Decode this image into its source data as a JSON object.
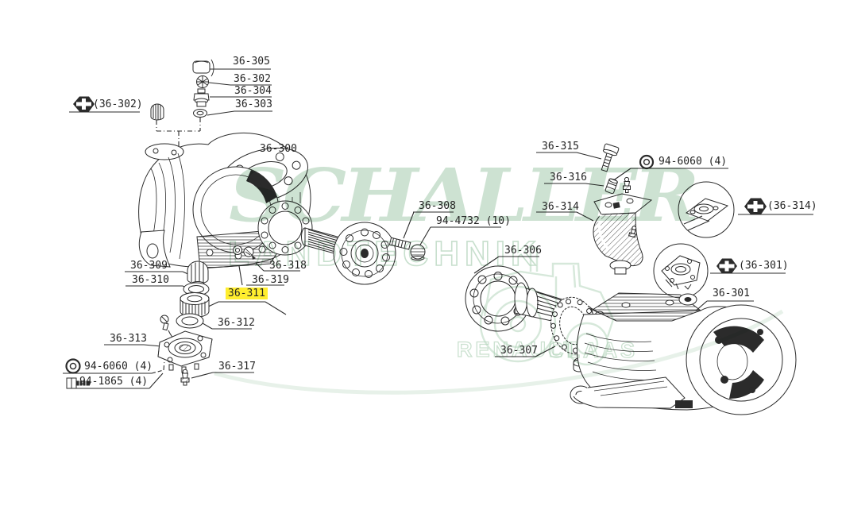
{
  "diagram_type": "exploded-parts-diagram",
  "colors": {
    "line": "#2b2b2b",
    "highlight": "#ffee2e",
    "watermark_green": "#b5d5bc",
    "background": "#ffffff"
  },
  "icons": {
    "reference": "hex-cross-icon",
    "washer": "washer-ring-icon",
    "bolt": "bolt-icon"
  },
  "watermark": {
    "brand": "SCHALLER",
    "sub": "LANDTECHNIK",
    "footer_left": "RENAULT",
    "footer_right": "CLAAS"
  },
  "highlighted_part": "36-311",
  "labels": {
    "n36_305": "36-305",
    "n36_302": "36-302",
    "n36_304": "36-304",
    "n36_303": "36-303",
    "ref36_302": "(36-302)",
    "n36_300": "36-300",
    "n36_309": "36-309",
    "n36_310": "36-310",
    "n36_318": "36-318",
    "n36_319": "36-319",
    "n36_311": "36-311",
    "n36_312": "36-312",
    "n36_313": "36-313",
    "n94_6060_left": "94-6060 (4)",
    "n94_1865": "94-1865 (4)",
    "n36_317": "36-317",
    "n36_308": "36-308",
    "n94_4732": "94-4732 (10)",
    "n36_306": "36-306",
    "n36_307": "36-307",
    "n36_315": "36-315",
    "n94_6060_right": "94-6060 (4)",
    "n36_316": "36-316",
    "n36_314": "36-314",
    "ref36_314": "(36-314)",
    "ref36_301": "(36-301)",
    "n36_301": "36-301"
  }
}
